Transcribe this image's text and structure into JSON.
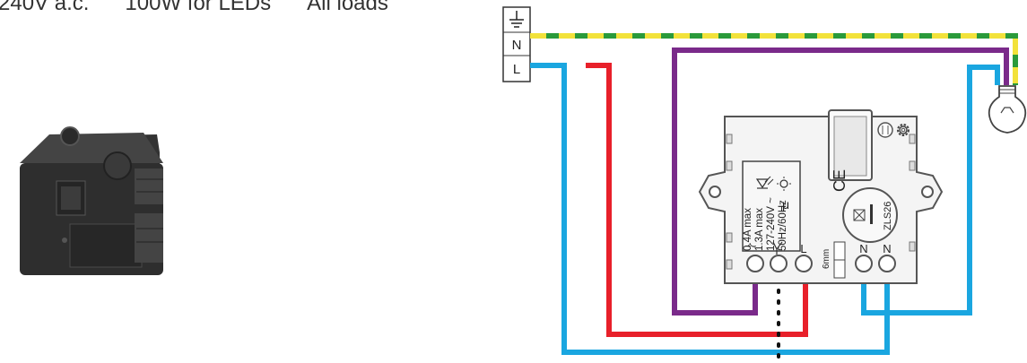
{
  "header": {
    "voltage": "240V a.c.",
    "led_power": "100W for LEDs",
    "loads": "All loads"
  },
  "terminal_block": {
    "earth_symbol": "⏚",
    "neutral": "N",
    "live": "L"
  },
  "module": {
    "label_lines": [
      "0.4A max",
      "1.3A max",
      "127-240V ~",
      "50Hz/60Hz"
    ],
    "mu_symbol": "μ",
    "ce_mark": "CE",
    "model": "ZLS26",
    "strip_length": "6mm",
    "terminal_l": "L",
    "terminal_n1": "N",
    "terminal_n2": "N"
  },
  "colors": {
    "live": "#e8202a",
    "neutral": "#1aa6e0",
    "switched": "#7a2a8a",
    "earth_green": "#2a9a3a",
    "earth_yellow": "#f2e23a",
    "module_body": "#f4f4f4",
    "outline": "#555555",
    "device_dark": "#3a3a3a"
  },
  "icons": [
    "earth-icon",
    "lamp-icon",
    "gear-icon",
    "ce-mark",
    "led-symbol",
    "lamp-cross-icon"
  ]
}
